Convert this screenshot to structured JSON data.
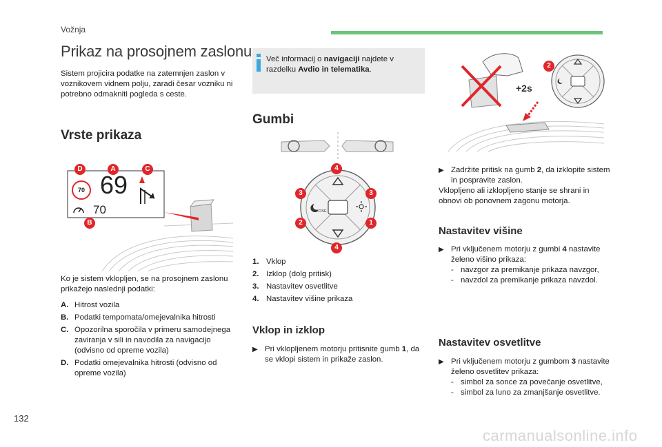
{
  "header": {
    "section": "Vožnja"
  },
  "page": {
    "number": "132",
    "watermark": "carmanualsonline.info"
  },
  "intro": {
    "title": "Prikaz na prosojnem zaslonu",
    "text": "Sistem projicira podatke na zatemnjen zaslon v voznikovem vidnem polju, zaradi česar vozniku ni potrebno odmakniti pogleda s ceste."
  },
  "types": {
    "heading": "Vrste prikaza",
    "display": {
      "speed": "69",
      "speed_limit": "70",
      "cruise": "70"
    },
    "callouts": [
      "D",
      "A",
      "C",
      "B"
    ],
    "lead": "Ko je sistem vklopljen, se na prosojnem zaslonu prikažejo naslednji podatki:",
    "items": [
      {
        "key": "A.",
        "text": "Hitrost vozila"
      },
      {
        "key": "B.",
        "text": "Podatki tempomata/omejevalnika hitrosti"
      },
      {
        "key": "C.",
        "text": "Opozorilna sporočila v primeru samodejnega zaviranja v sili in navodila za navigacijo (odvisno od opreme vozila)"
      },
      {
        "key": "D.",
        "text": "Podatki omejevalnika hitrosti (odvisno od opreme vozila)"
      }
    ]
  },
  "info": {
    "pre": "Več informacij o ",
    "bold1": "navigaciji",
    "mid": " najdete v razdelku ",
    "bold2": "Avdio in telematika",
    "post": "."
  },
  "buttons": {
    "heading": "Gumbi",
    "pad_labels": [
      "4",
      "3",
      "3",
      "2",
      "1",
      "4"
    ],
    "close_label": "CLOSE",
    "items": [
      {
        "key": "1.",
        "text": "Vklop"
      },
      {
        "key": "2.",
        "text": "Izklop (dolg pritisk)"
      },
      {
        "key": "3.",
        "text": "Nastavitev osvetlitve"
      },
      {
        "key": "4.",
        "text": "Nastavitev višine prikaza"
      }
    ]
  },
  "onoff": {
    "heading": "Vklop in izklop",
    "bullet": "Pri vklopljenem motorju pritisnite gumb",
    "bullet_key": "1",
    "bullet_rest": ", da se vklopi sistem in prikaže zaslon."
  },
  "right": {
    "press_label": "+2s",
    "press_callout": "2",
    "bullet_pre": "Zadržite pritisk na gumb ",
    "bullet_key": "2",
    "bullet_post": ", da izklopite sistem in pospravite zaslon.",
    "note": "Vklopljeno ali izklopljeno stanje se shrani in obnovi ob ponovnem zagonu motorja."
  },
  "height": {
    "heading": "Nastavitev višine",
    "bullet_pre": "Pri vključenem motorju z gumbi ",
    "bullet_key": "4",
    "bullet_post": " nastavite želeno višino prikaza:",
    "subs": [
      "navzgor za premikanje prikaza navzgor,",
      "navzdol za premikanje prikaza navzdol."
    ]
  },
  "brightness": {
    "heading": "Nastavitev osvetlitve",
    "bullet_pre": "Pri vklјučenem motorju z gumbom ",
    "bullet_key": "3",
    "bullet_post": " nastavite želeno osvetlitev prikaza:",
    "subs": [
      "simbol za sonce za povečanje osvetlitve,",
      "simbol za luno za zmanjšanje osvetlitve."
    ]
  },
  "colors": {
    "accent_red": "#e0262b",
    "green_bar": "#6cc57a",
    "info_bg": "#eaeaea",
    "info_icon": "#3aa7e0"
  }
}
